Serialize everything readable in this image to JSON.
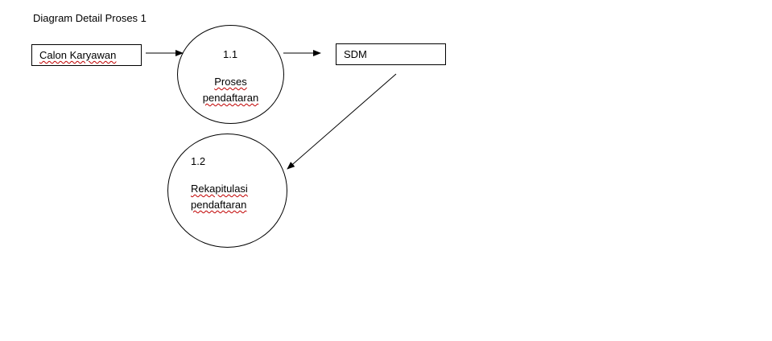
{
  "title": "Diagram Detail Proses 1",
  "entities": {
    "calon_karyawan": "Calon Karyawan",
    "sdm": "SDM"
  },
  "processes": {
    "p1_1": {
      "number": "1.1",
      "line1": "Proses",
      "line2": "pendaftaran"
    },
    "p1_2": {
      "number": "1.2",
      "line1": "Rekapitulasi",
      "line2": "pendaftaran"
    }
  }
}
